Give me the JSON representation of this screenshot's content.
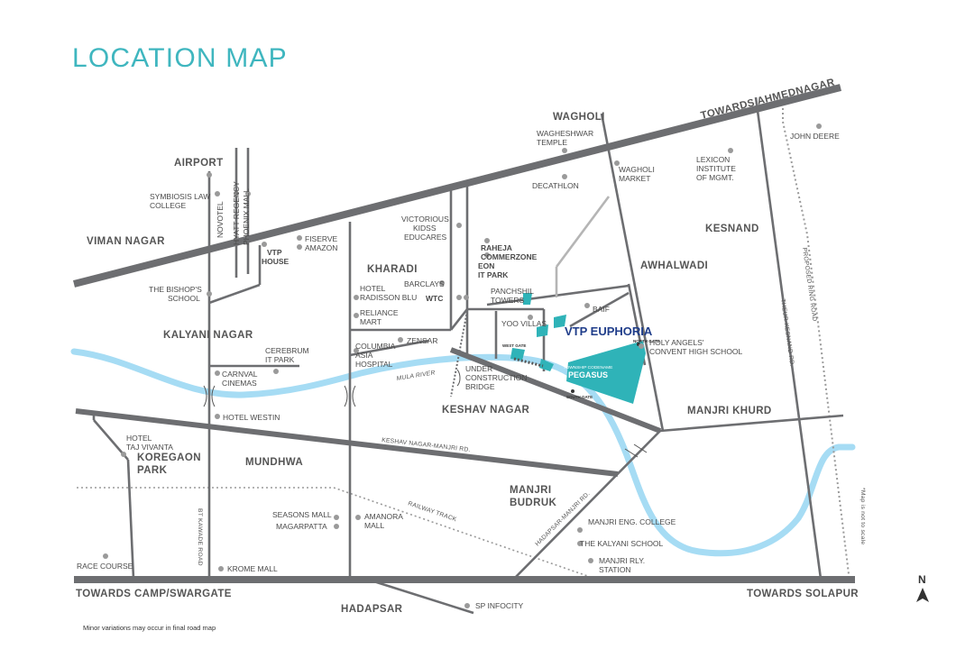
{
  "title": "LOCATION MAP",
  "footer_note": "Minor variations may occur in final road map",
  "scale_note": "*Map is not to scale",
  "north_label": "N",
  "project": {
    "name": "VTP EUPHORIA",
    "township_caption": "TOWNSHIP CODENAME",
    "township_name": "PEGASUS",
    "gates": {
      "north": "NORTH GATE",
      "west": "WEST GATE",
      "south": "SOUTH GATE"
    }
  },
  "directions": {
    "ahmednagar": "TOWARDS AHMEDNAGAR",
    "camp": "TOWARDS CAMP/SWARGATE",
    "solapur": "TOWARDS SOLAPUR"
  },
  "areas": {
    "wagholi": "WAGHOLI",
    "airport": "AIRPORT",
    "viman_nagar": "VIMAN NAGAR",
    "kharadi": "KHARADI",
    "kesnand": "KESNAND",
    "awhalwadi": "AWHALWADI",
    "kalyani_nagar": "KALYANI NAGAR",
    "keshav_nagar": "KESHAV NAGAR",
    "manjri_khurd": "MANJRI KHURD",
    "koregaon_park": "KOREGAON PARK",
    "mundhwa": "MUNDHWA",
    "manjri_budruk": "MANJRI BUDRUK",
    "hadapsar": "HADAPSAR"
  },
  "roads": {
    "keshav_manjri": "KESHAV NAGAR-MANJRI RD.",
    "railway": "RAILWAY TRACK",
    "hadapsar_manjri": "HADAPSAR-MANJRI RD.",
    "ring": "PROPOSED RING ROAD",
    "theur": "THEUR-KESNAND RD.",
    "koregaon": "BT KAWADE ROAD",
    "river": "MULA RIVER"
  },
  "landmarks": {
    "wagheshwar_temple": "WAGHESHWAR TEMPLE",
    "decathlon": "DECATHLON",
    "wagholi_market": "WAGHOLI MARKET",
    "lexicon": "LEXICON INSTITUTE OF MGMT.",
    "john_deere": "JOHN DEERE",
    "symbiosis": "SYMBIOSIS LAW COLLEGE",
    "novotel": "NOVOTEL",
    "hyatt": "HYATT REGENCY",
    "phoenix": "PHOENIX MALL",
    "victorious": "VICTORIOUS KIDSS EDUCARES",
    "fiserve": "FISERVE",
    "amazon": "AMAZON",
    "vtp_house": "VTP HOUSE",
    "raheja": "RAHEJA COMMERZONE",
    "eon": "EON IT PARK",
    "bishops": "THE BISHOP'S SCHOOL",
    "radisson": "HOTEL RADISSON BLU",
    "barclays": "BARCLAYS",
    "wtc": "WTC",
    "panchshil": "PANCHSHIL TOWERS",
    "reliance": "RELIANCE MART",
    "yoo_villas": "YOO VILLAS",
    "baif": "BAIF",
    "zensar": "ZENSAR",
    "columbia": "COLUMBIA ASIA HOSPITAL",
    "cerebrum": "CEREBRUM IT PARK",
    "carnival": "CARNVAL CINEMAS",
    "holy_angels": "HOLY ANGELS' CONVENT HIGH SCHOOL",
    "bridge": "UNDER CONSTRUCTION BRIDGE",
    "westin": "HOTEL WESTIN",
    "taj": "HOTEL TAJ VIVANTA",
    "seasons": "SEASONS MALL",
    "magarpatta": "MAGARPATTA",
    "amanora": "AMANORA MALL",
    "manjri_eng": "MANJRI ENG. COLLEGE",
    "kalyani_school": "THE KALYANI SCHOOL",
    "manjri_rly": "MANJRI RLY. STATION",
    "race_course": "RACE COURSE",
    "krome": "KROME MALL",
    "sp_infocity": "SP INFOCITY"
  },
  "colors": {
    "title": "#3fb6bf",
    "river": "#a6dcf4",
    "road": "#6d6e71",
    "project": "#2fb3b8",
    "project_label": "#1f3d8a"
  }
}
